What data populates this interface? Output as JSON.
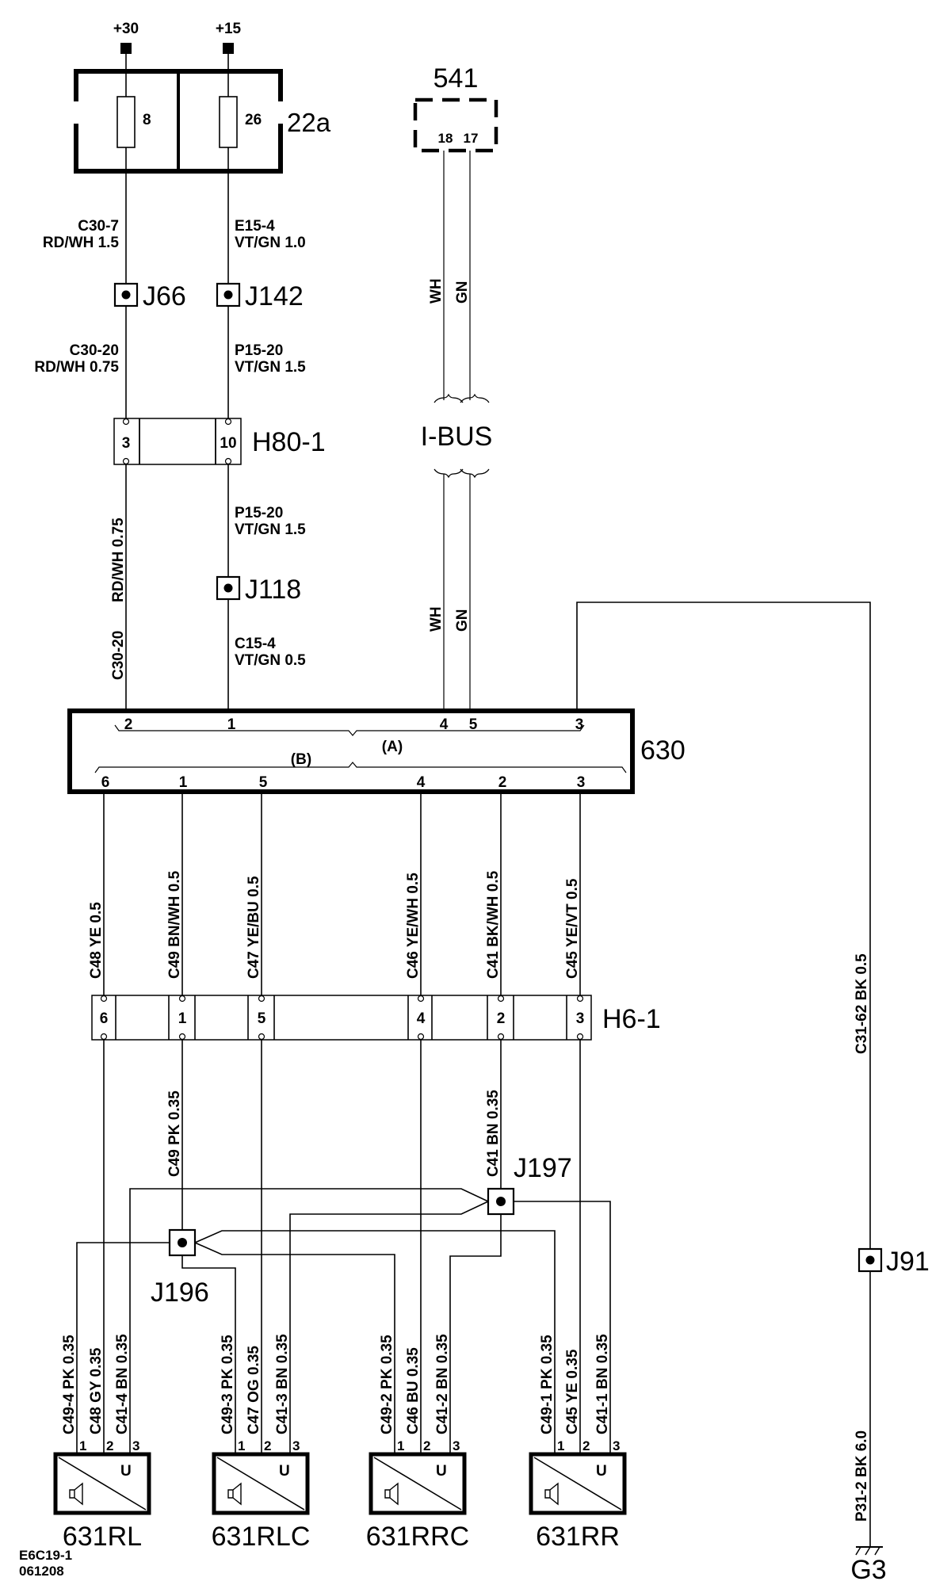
{
  "supplies": {
    "plus30": "+30",
    "plus15": "+15"
  },
  "fusebox": {
    "name": "22a",
    "fuse1": "8",
    "fuse2": "26"
  },
  "module541": {
    "name": "541",
    "pin1": "18",
    "pin2": "17"
  },
  "wires_top": {
    "w1_code": "C30-7",
    "w1_spec": "RD/WH  1.5",
    "w2_code": "E15-4",
    "w2_spec": "VT/GN 1.0",
    "w3_code": "C30-20",
    "w3_spec": "RD/WH  0.75",
    "w4_code": "P15-20",
    "w4_spec": "VT/GN 1.5",
    "w5_code": "P15-20",
    "w5_spec": "VT/GN  1.5",
    "w6_code": "C15-4",
    "w6_spec": "VT/GN  0.5",
    "w7_code": "C30-20",
    "w7_spec": "RD/WH  0.75"
  },
  "splices": {
    "j66": "J66",
    "j142": "J142",
    "j118": "J118",
    "j196": "J196",
    "j197": "J197",
    "j91": "J91"
  },
  "bus": {
    "name": "I-BUS",
    "wh": "WH",
    "gn": "GN"
  },
  "connector_h80": {
    "name": "H80-1",
    "pin_a": "3",
    "pin_b": "10"
  },
  "module630": {
    "name": "630",
    "conn_a": "(A)",
    "conn_b": "(B)",
    "top_pins": [
      "2",
      "1",
      "4",
      "5",
      "3"
    ],
    "bottom_pins": [
      "6",
      "1",
      "5",
      "4",
      "2",
      "3"
    ]
  },
  "wires_mid": [
    {
      "code": "C48",
      "spec": "YE  0.5"
    },
    {
      "code": "C49",
      "spec": "BN/WH  0.5"
    },
    {
      "code": "C47",
      "spec": "YE/BU  0.5"
    },
    {
      "code": "C46",
      "spec": "YE/WH  0.5"
    },
    {
      "code": "C41",
      "spec": "BK/WH  0.5"
    },
    {
      "code": "C45",
      "spec": "YE/VT  0.5"
    }
  ],
  "ground_wire_upper": {
    "code": "C31-62",
    "spec": "BK  0.5"
  },
  "ground_wire_lower": {
    "code": "P31-2",
    "spec": "BK  6.0"
  },
  "connector_h6": {
    "name": "H6-1",
    "pins": [
      "6",
      "1",
      "5",
      "4",
      "2",
      "3"
    ]
  },
  "branch_wires": {
    "c49": "C49  PK  0.35",
    "c41": "C41  BN  0.35"
  },
  "speakers": [
    {
      "name": "631RL",
      "wires": [
        "C49-4  PK  0.35",
        "C48  GY  0.35",
        "C41-4  BN  0.35"
      ]
    },
    {
      "name": "631RLC",
      "wires": [
        "C49-3  PK  0.35",
        "C47  OG  0.35",
        "C41-3  BN  0.35"
      ]
    },
    {
      "name": "631RRC",
      "wires": [
        "C49-2  PK  0.35",
        "C46  BU  0.35",
        "C41-2  BN  0.35"
      ]
    },
    {
      "name": "631RR",
      "wires": [
        "C49-1  PK  0.35",
        "C45  YE  0.35",
        "C41-1  BN  0.35"
      ]
    }
  ],
  "speaker_pins": [
    "1",
    "2",
    "3"
  ],
  "speaker_symbol_u": "U",
  "ground": "G3",
  "footer": {
    "line1": "E6C19-1",
    "line2": "061208"
  }
}
